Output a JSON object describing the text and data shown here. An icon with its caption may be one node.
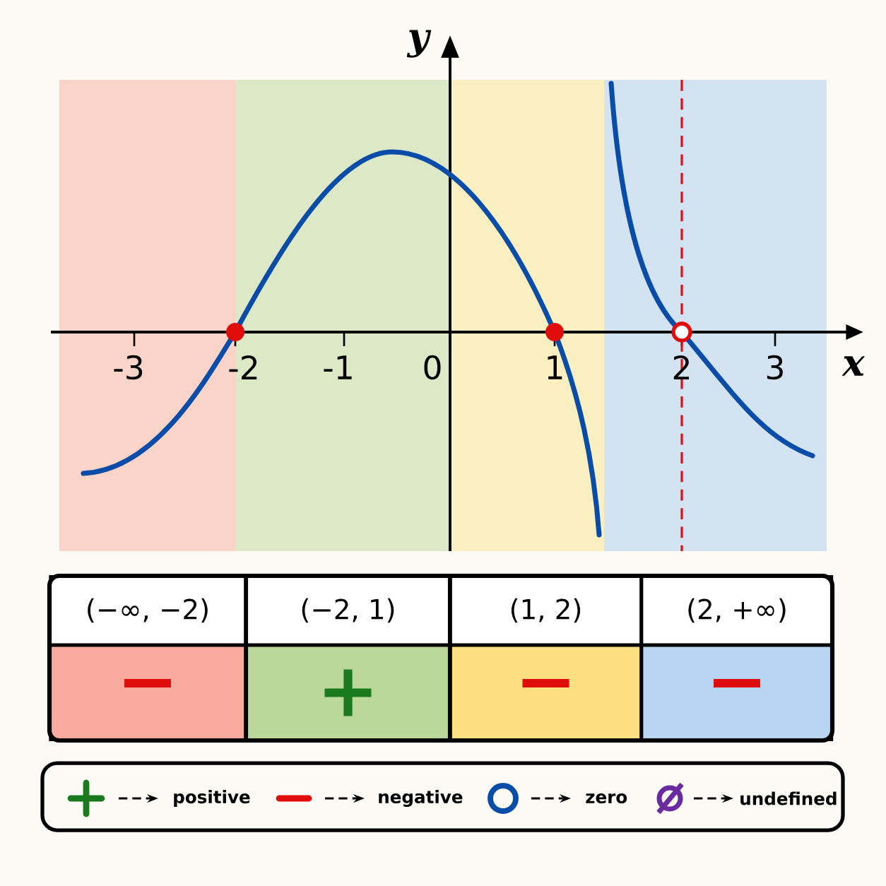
{
  "diagram": {
    "labels": [
      "y",
      "-3",
      "-2",
      "-1",
      "0",
      "1",
      "2",
      "3",
      "x",
      "(−∞, −2)",
      "(−2, 1)",
      "(1, 2)",
      "(2, +∞)",
      "−",
      "+",
      "−",
      "−"
    ],
    "legend": [
      {
        "text": "positive"
      },
      {
        "text": "negative"
      },
      {
        "text": "zero"
      },
      {
        "text": "undefined"
      }
    ]
  }
}
